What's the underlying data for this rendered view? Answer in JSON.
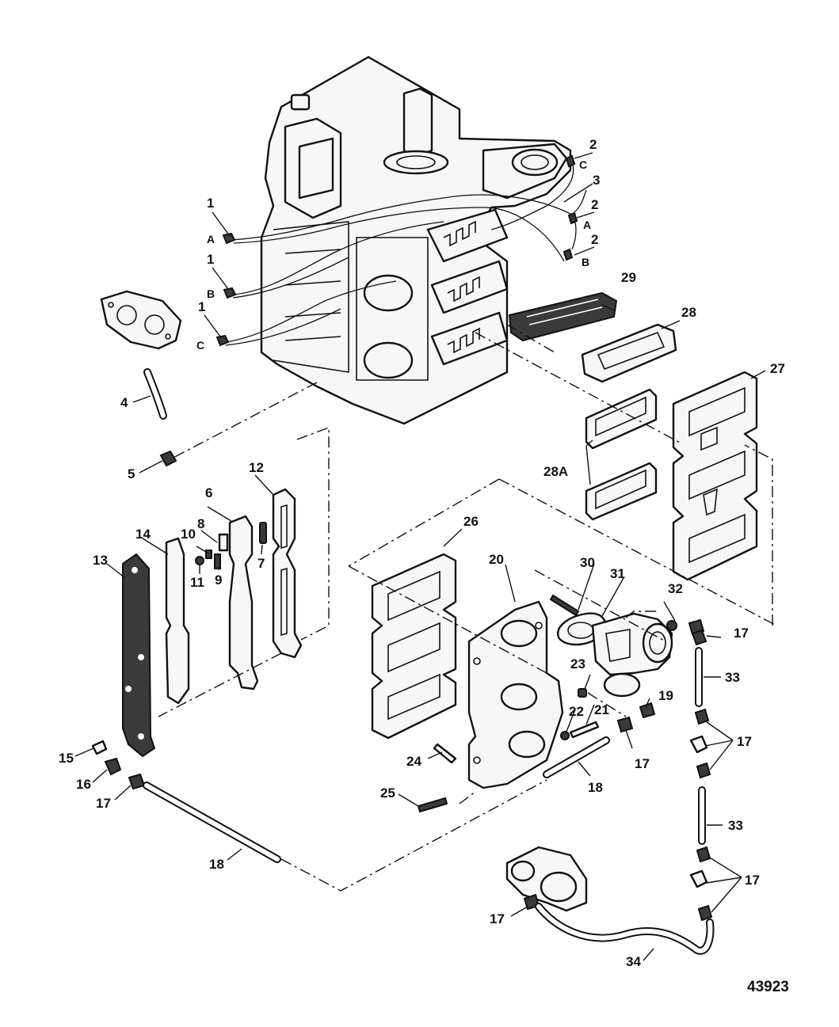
{
  "figure_number": "43923",
  "callouts": {
    "c1a": "1",
    "c1b": "1",
    "c1c": "1",
    "c2a": "2",
    "c2b": "2",
    "c2c": "2",
    "c3": "3",
    "c4": "4",
    "c5": "5",
    "c6": "6",
    "c7": "7",
    "c8": "8",
    "c9": "9",
    "c10": "10",
    "c11": "11",
    "c12": "12",
    "c13": "13",
    "c14": "14",
    "c15": "15",
    "c16": "16",
    "c17a": "17",
    "c17b": "17",
    "c17c": "17",
    "c17d": "17",
    "c17e": "17",
    "c17f": "17",
    "c18a": "18",
    "c18b": "18",
    "c19": "19",
    "c20": "20",
    "c21": "21",
    "c22": "22",
    "c23": "23",
    "c24": "24",
    "c25": "25",
    "c26": "26",
    "c27": "27",
    "c28": "28",
    "c28a": "28A",
    "c29": "29",
    "c30": "30",
    "c31": "31",
    "c32": "32",
    "c33a": "33",
    "c33b": "33",
    "c34": "34"
  },
  "sublabels": {
    "wire_a_left": "A",
    "wire_b_left": "B",
    "wire_c_left": "C",
    "wire_a_right": "A",
    "wire_b_right": "B",
    "wire_c_right": "C"
  }
}
